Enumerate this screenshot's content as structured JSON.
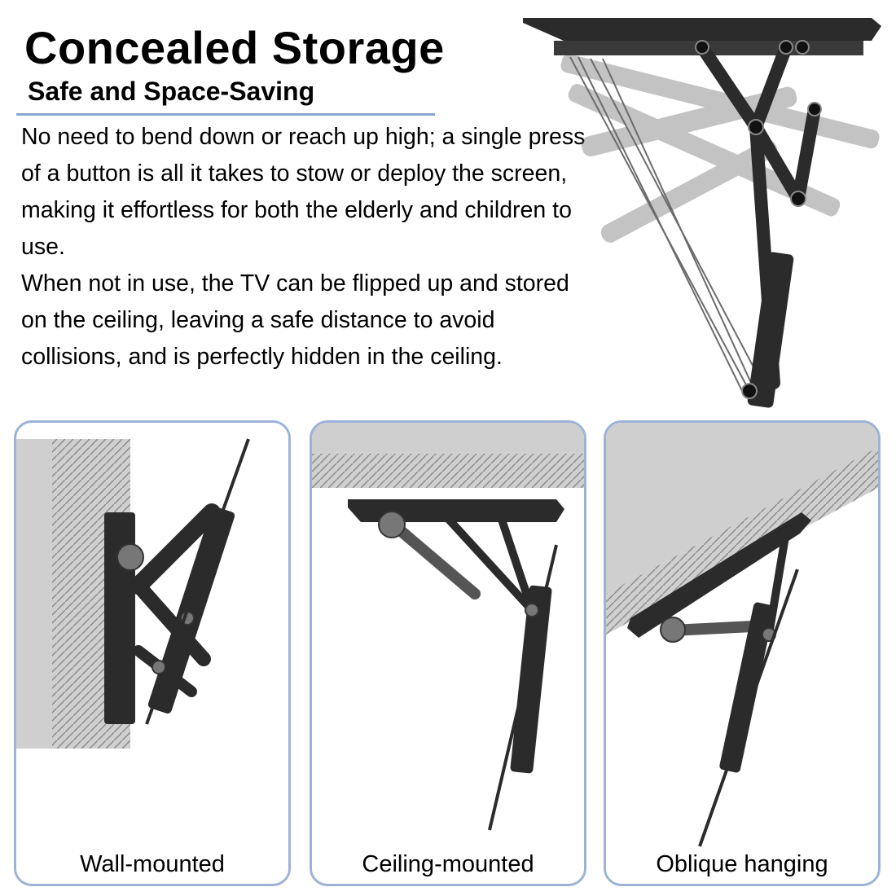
{
  "header": {
    "title": "Concealed Storage",
    "subtitle": "Safe and Space-Saving"
  },
  "description": {
    "paragraph_1": "No need to bend down or reach up high; a single press of a button is all it takes to stow or deploy the screen, making it effortless for both the elderly and children to use.",
    "paragraph_2": "When not in use, the TV can be flipped up and stored on the ceiling, leaving a safe distance to avoid collisions, and is perfectly hidden in the ceiling."
  },
  "panels": [
    {
      "caption": "Wall-mounted"
    },
    {
      "caption": "Ceiling-mounted"
    },
    {
      "caption": "Oblique hanging"
    }
  ],
  "colors": {
    "panel_border": "#9db3d6",
    "underline": "#8aa6cf",
    "wall_gray": "#cfcfcf",
    "bracket_dark": "#2b2b2b"
  }
}
